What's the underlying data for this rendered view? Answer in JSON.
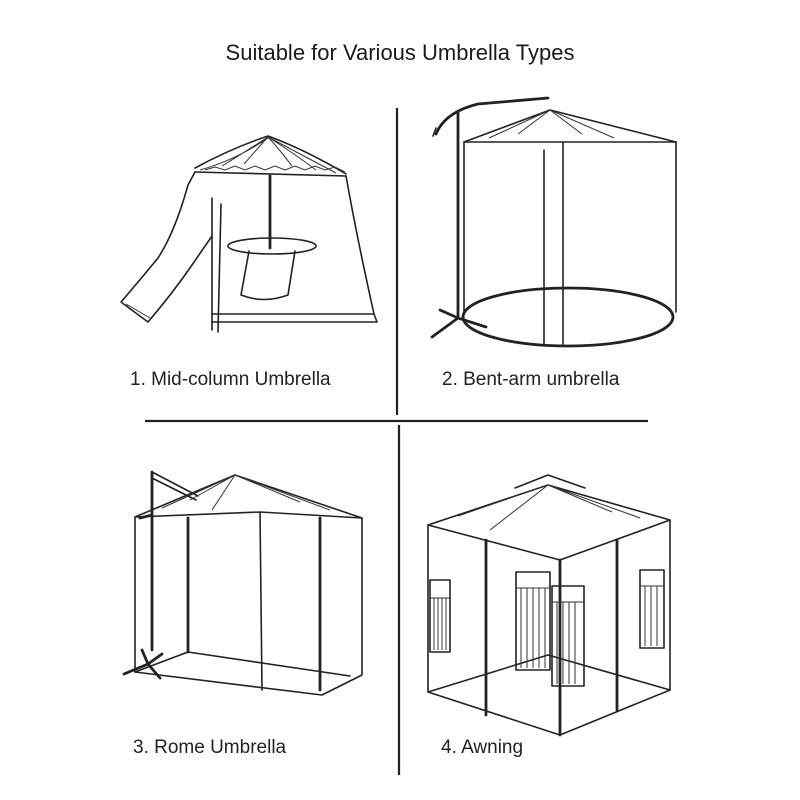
{
  "title": "Suitable for Various Umbrella Types",
  "panels": [
    {
      "caption": "1. Mid-column Umbrella",
      "icon": "mid-column-umbrella-net"
    },
    {
      "caption": "2. Bent-arm umbrella",
      "icon": "bent-arm-umbrella-net"
    },
    {
      "caption": "3. Rome Umbrella",
      "icon": "rome-umbrella-net"
    },
    {
      "caption": "4. Awning",
      "icon": "awning-net"
    }
  ]
}
